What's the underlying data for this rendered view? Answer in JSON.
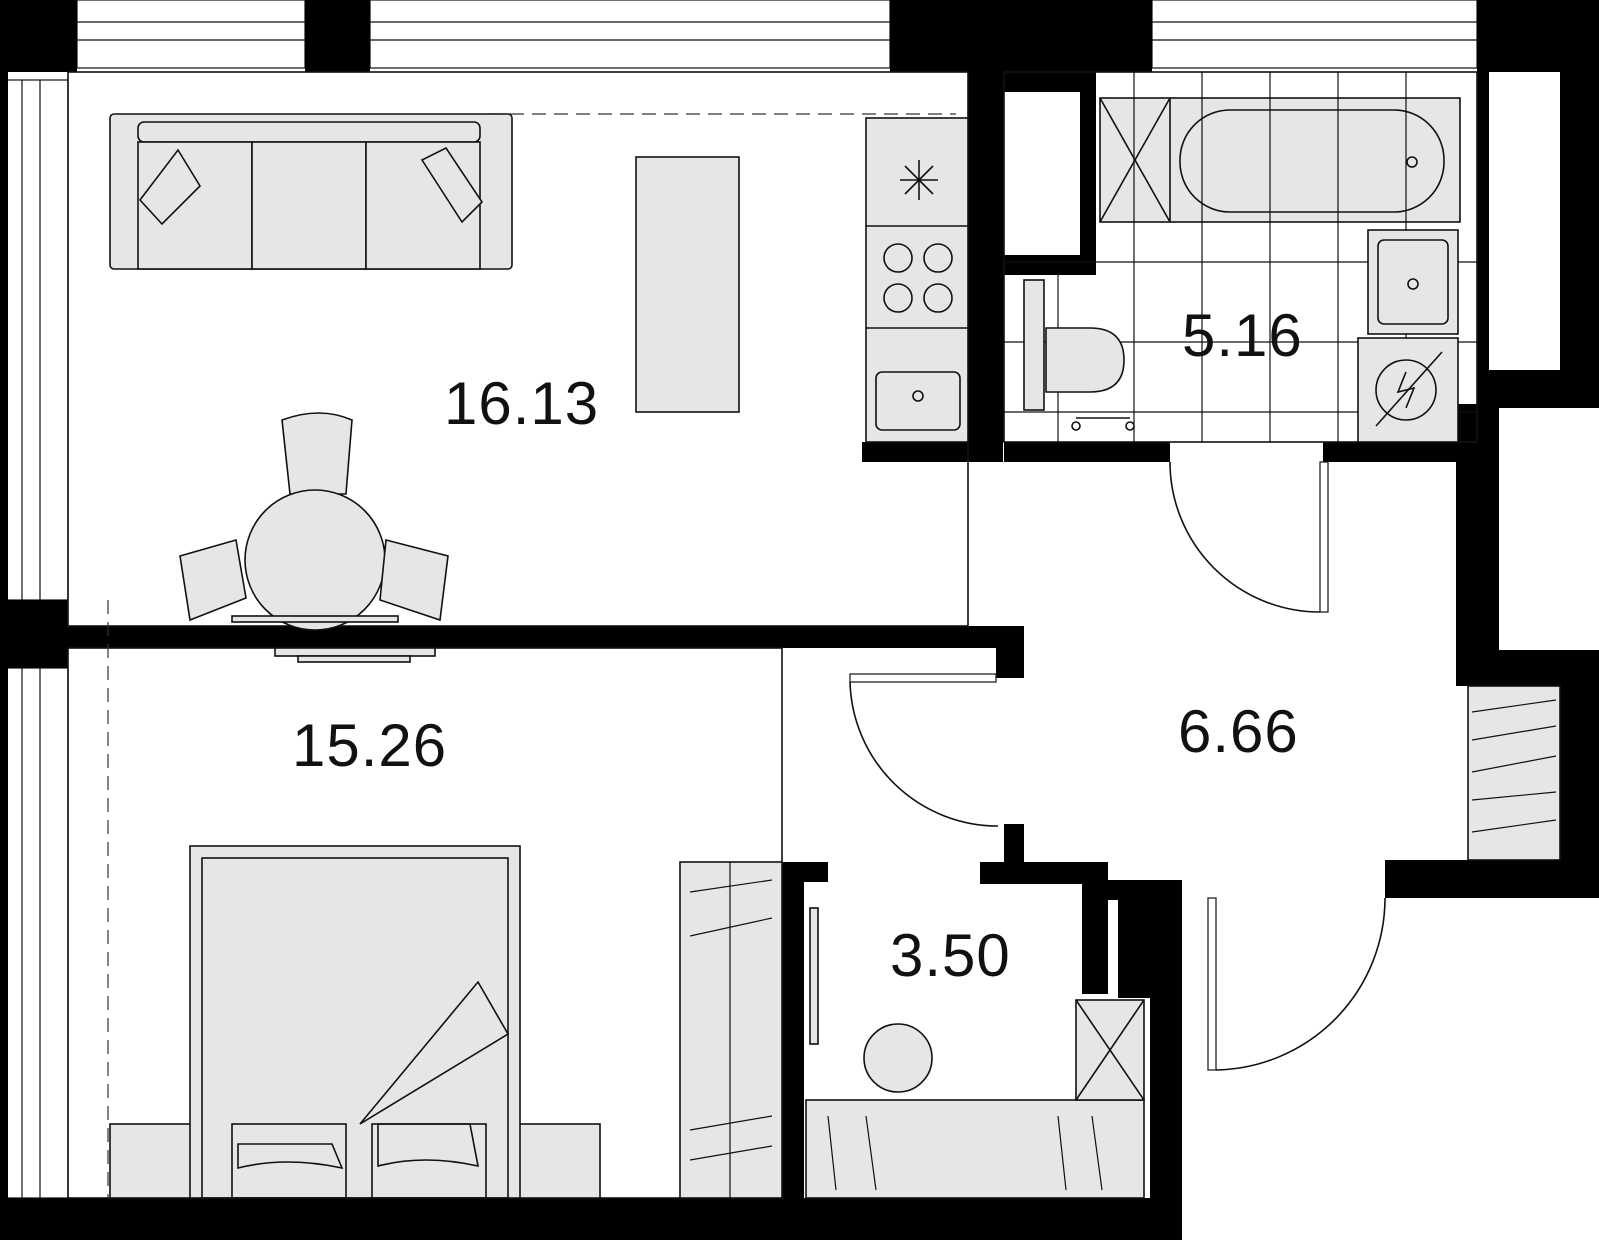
{
  "rooms": [
    {
      "id": "living-kitchen",
      "area": "16.13"
    },
    {
      "id": "bathroom",
      "area": "5.16"
    },
    {
      "id": "bedroom",
      "area": "15.26"
    },
    {
      "id": "hallway",
      "area": "6.66"
    },
    {
      "id": "dressing-room",
      "area": "3.50"
    }
  ],
  "colors": {
    "wall": "#000000",
    "furniture_fill": "#e6e6e6",
    "line": "#111111",
    "background": "#ffffff"
  },
  "icons": [
    "freezer-snowflake-icon",
    "electric-panel-icon"
  ]
}
